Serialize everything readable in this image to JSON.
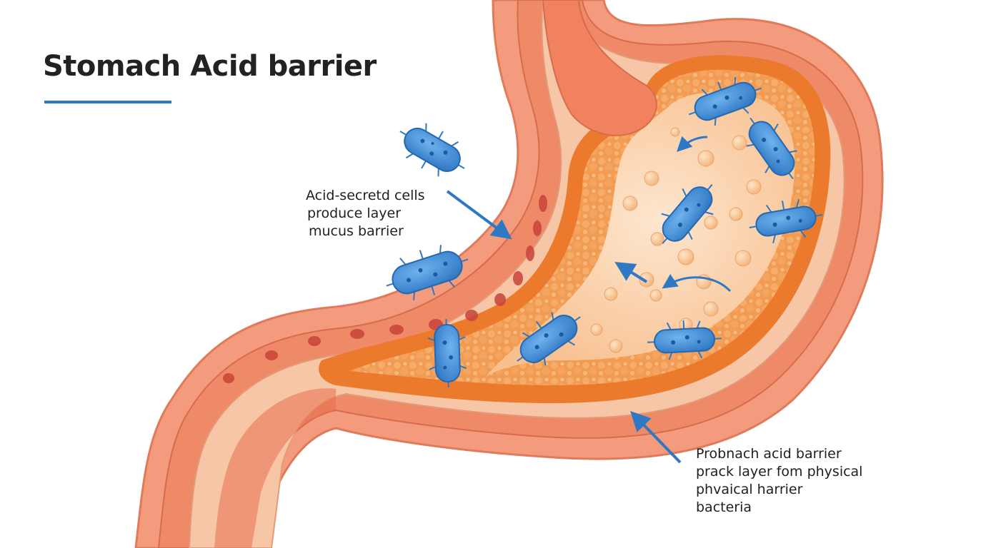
{
  "title": "Stomach Acid barrier",
  "colors": {
    "accent": "#2f78c4",
    "bacteria": "#3f8fd6",
    "wall_outer": "#f39b7c",
    "mucosa": "#ec7a2c",
    "lumen": "#fbd1ad"
  },
  "annotations": [
    {
      "id": "left",
      "lines": [
        "Acid-secretd cells",
        "produce layer",
        "mucus barrier"
      ]
    },
    {
      "id": "right",
      "lines": [
        "Probnach acid barrier",
        "prack layer fom physical",
        "phvaical harrier",
        "bacteria"
      ]
    }
  ]
}
